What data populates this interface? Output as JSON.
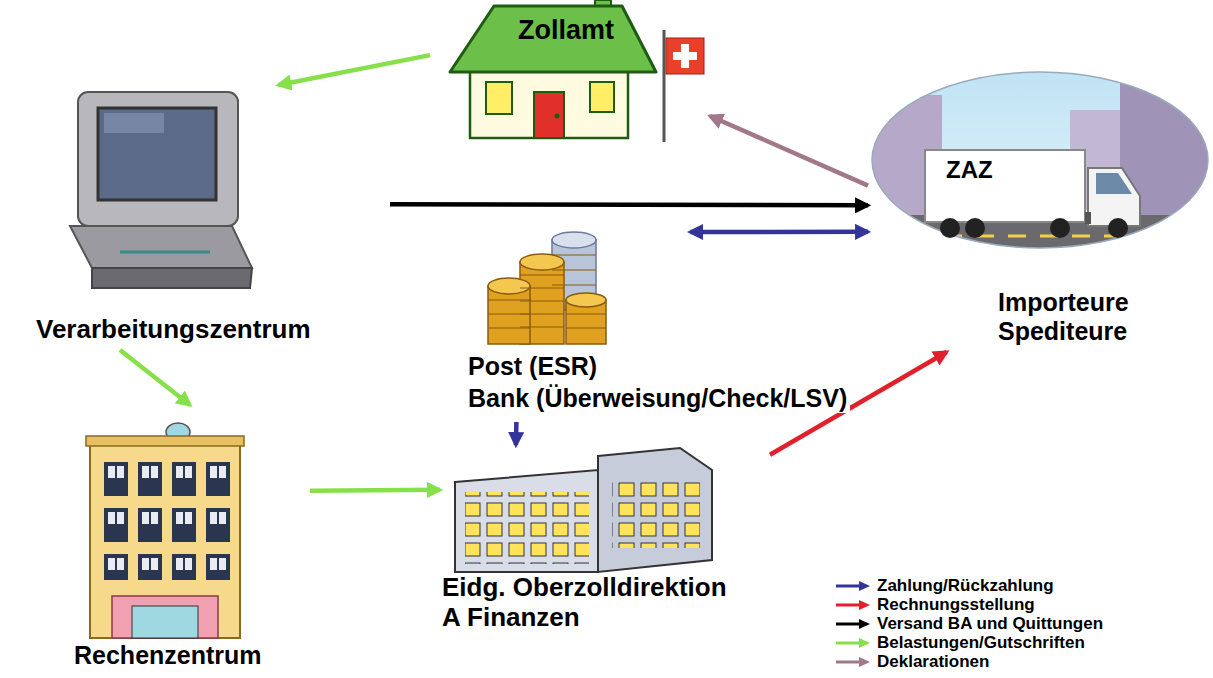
{
  "diagram": {
    "nodes": [
      {
        "text": [
          "Zollamt"
        ]
      },
      {
        "text": [
          "Verarbeitungszentrum"
        ]
      },
      {
        "text": [
          "ZAZ",
          "Importeure Spediteure"
        ]
      },
      {
        "text": [
          "Post (ESR)",
          "Bank (Überweisung/Check/LSV)"
        ]
      },
      {
        "text": [
          "Rechenzentrum"
        ]
      },
      {
        "text": [
          "Eidg. Oberzolldirektion A Finanzen"
        ]
      }
    ],
    "edges": [
      {
        "from": 0,
        "to": 1,
        "arrow": "to"
      },
      {
        "from": 1,
        "to": 2,
        "arrow": "to"
      },
      {
        "from": 3,
        "to": 2,
        "arrow": "both"
      },
      {
        "from": 1,
        "to": 4,
        "arrow": "to"
      },
      {
        "from": 4,
        "to": 5,
        "arrow": "to"
      },
      {
        "from": 3,
        "to": 5,
        "arrow": "to"
      },
      {
        "from": 5,
        "to": 2,
        "arrow": "to"
      },
      {
        "from": 2,
        "to": 0,
        "arrow": "to"
      }
    ],
    "legend": [
      {
        "text": "Zahlung/Rückzahlung",
        "color": "#333399"
      },
      {
        "text": "Rechnungsstellung",
        "color": "#e0202a"
      },
      {
        "text": "Versand BA und Quittungen",
        "color": "#000000"
      },
      {
        "text": "Belastungen/Gutschriften",
        "color": "#86e04a"
      },
      {
        "text": "Deklarationen",
        "color": "#a07888"
      }
    ]
  }
}
